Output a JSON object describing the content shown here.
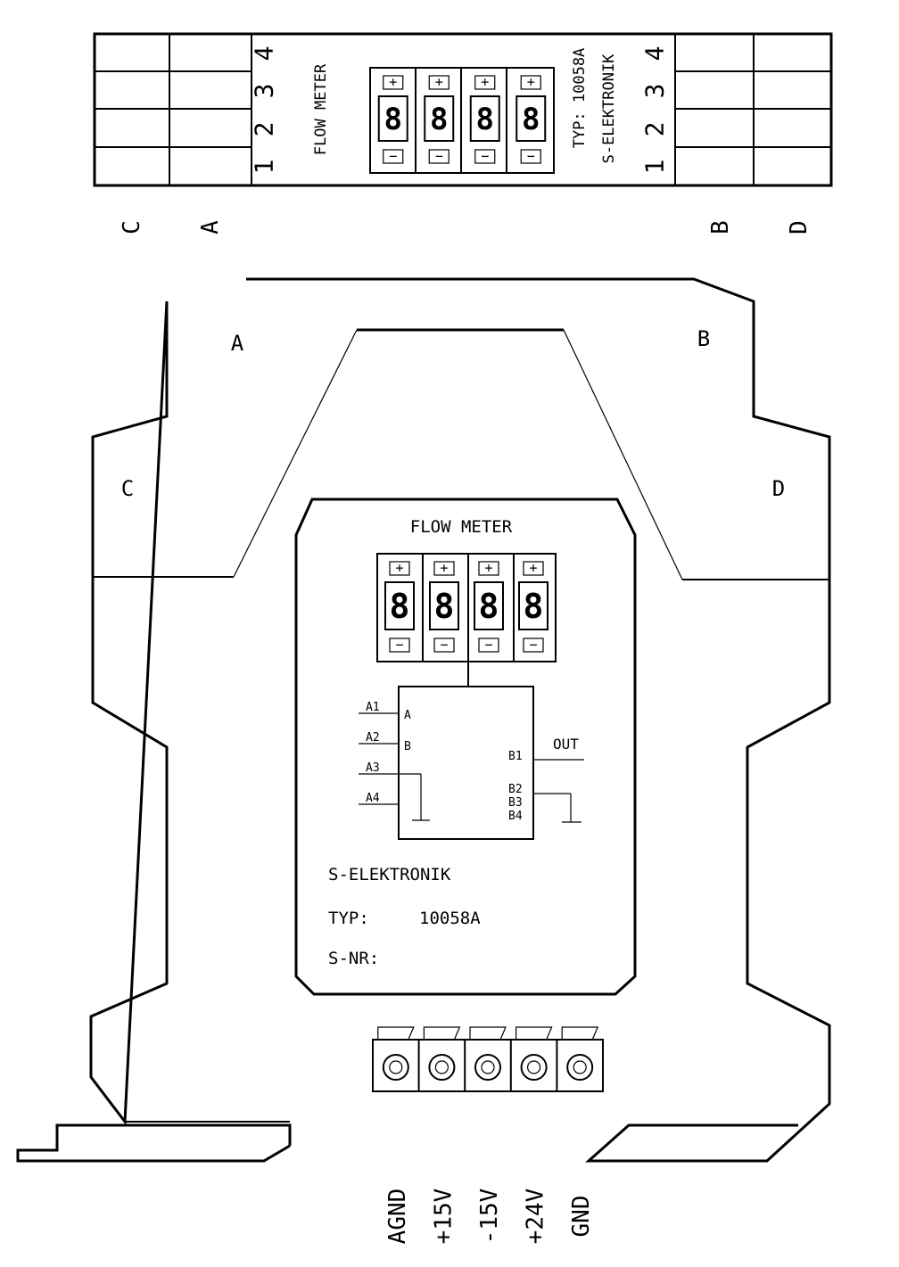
{
  "top_view": {
    "left_terminals": [
      "C",
      "A"
    ],
    "right_terminals": [
      "B",
      "D"
    ],
    "pin_numbers": [
      "4",
      "3",
      "2",
      "1"
    ],
    "left_label": "FLOW METER",
    "right_label_typ": "TYP: 10058A",
    "right_label_maker": "S-ELEKTRONIK"
  },
  "housing": {
    "corner_a": "A",
    "corner_b": "B",
    "corner_c": "C",
    "corner_d": "D"
  },
  "panel": {
    "title": "FLOW METER",
    "digits": [
      "8",
      "8",
      "8",
      "8"
    ],
    "plus": "+",
    "minus": "−",
    "inputs": [
      {
        "wire": "A1",
        "pin": "A"
      },
      {
        "wire": "A2",
        "pin": "B"
      },
      {
        "wire": "A3",
        "pin": ""
      },
      {
        "wire": "A4",
        "pin": ""
      }
    ],
    "outputs": [
      "B1",
      "B2",
      "B3",
      "B4"
    ],
    "out_label": "OUT",
    "maker": "S-ELEKTRONIK",
    "typ_label": "TYP:",
    "typ_value": "10058A",
    "snr_label": "S-NR:"
  },
  "power_terminals": [
    "AGND",
    "+15V",
    "-15V",
    "+24V",
    "GND"
  ]
}
